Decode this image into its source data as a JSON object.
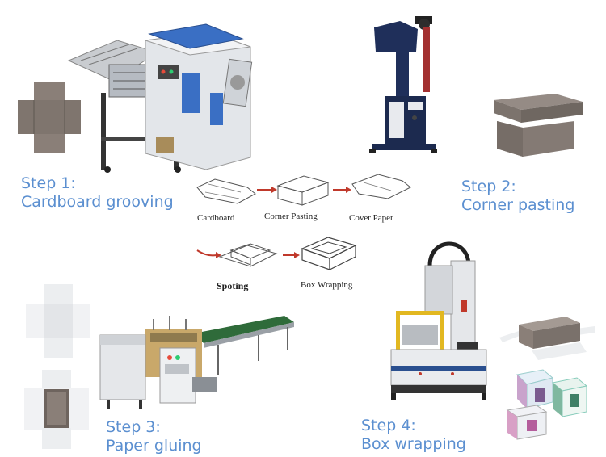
{
  "steps": [
    {
      "line1": "Step 1:",
      "line2": "Cardboard grooving"
    },
    {
      "line1": "Step 2:",
      "line2": "Corner pasting"
    },
    {
      "line1": "Step 3:",
      "line2": "Paper gluing"
    },
    {
      "line1": "Step 4:",
      "line2": "Box wrapping"
    }
  ],
  "flow": {
    "cardboard": "Cardboard",
    "corner_pasting": "Corner Pasting",
    "cover_paper": "Cover Paper",
    "spoting": "Spoting",
    "box_wrapping": "Box Wrapping"
  },
  "colors": {
    "step_text": "#5b8fd0",
    "arrow": "#c0392b",
    "machine_blue": "#3a6fc4",
    "machine_gray": "#d9dce0",
    "conveyor_green": "#2f6b3a",
    "cardboard": "#8a7f78"
  }
}
